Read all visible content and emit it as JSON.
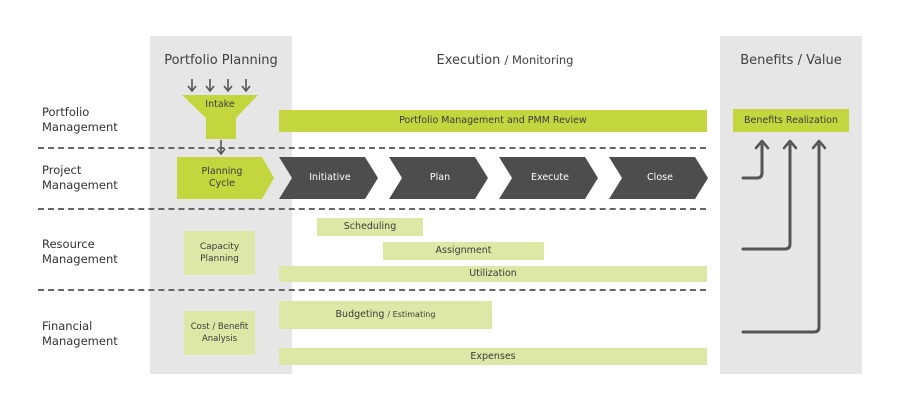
{
  "columns": {
    "portfolio_planning": "Portfolio Planning",
    "execution": "Execution",
    "execution_sep": "/ Monitoring",
    "benefits": "Benefits / Value"
  },
  "rows": {
    "portfolio": "Portfolio\nManagement",
    "project": "Project\nManagement",
    "resource": "Resource\nManagement",
    "financial": "Financial\nManagement"
  },
  "portfolio_row": {
    "intake": "Intake",
    "pmm_review": "Portfolio Management and PMM Review",
    "benefits_realization": "Benefits Realization"
  },
  "project_row": {
    "planning_cycle": "Planning\nCycle",
    "stages": [
      "Initiative",
      "Plan",
      "Execute",
      "Close"
    ]
  },
  "resource_row": {
    "capacity_planning": "Capacity\nPlanning",
    "scheduling": "Scheduling",
    "assignment": "Assignment",
    "utilization": "Utilization"
  },
  "financial_row": {
    "cost_benefit": "Cost / Benefit\nAnalysis",
    "budgeting": "Budgeting",
    "budgeting_sub": "/ Estimating",
    "expenses": "Expenses"
  },
  "colors": {
    "green": "#c4d63e",
    "light_green": "#dde8a6",
    "chevron": "#4d4d4d",
    "column_bg": "#e6e6e6",
    "arrows": "#555555"
  }
}
